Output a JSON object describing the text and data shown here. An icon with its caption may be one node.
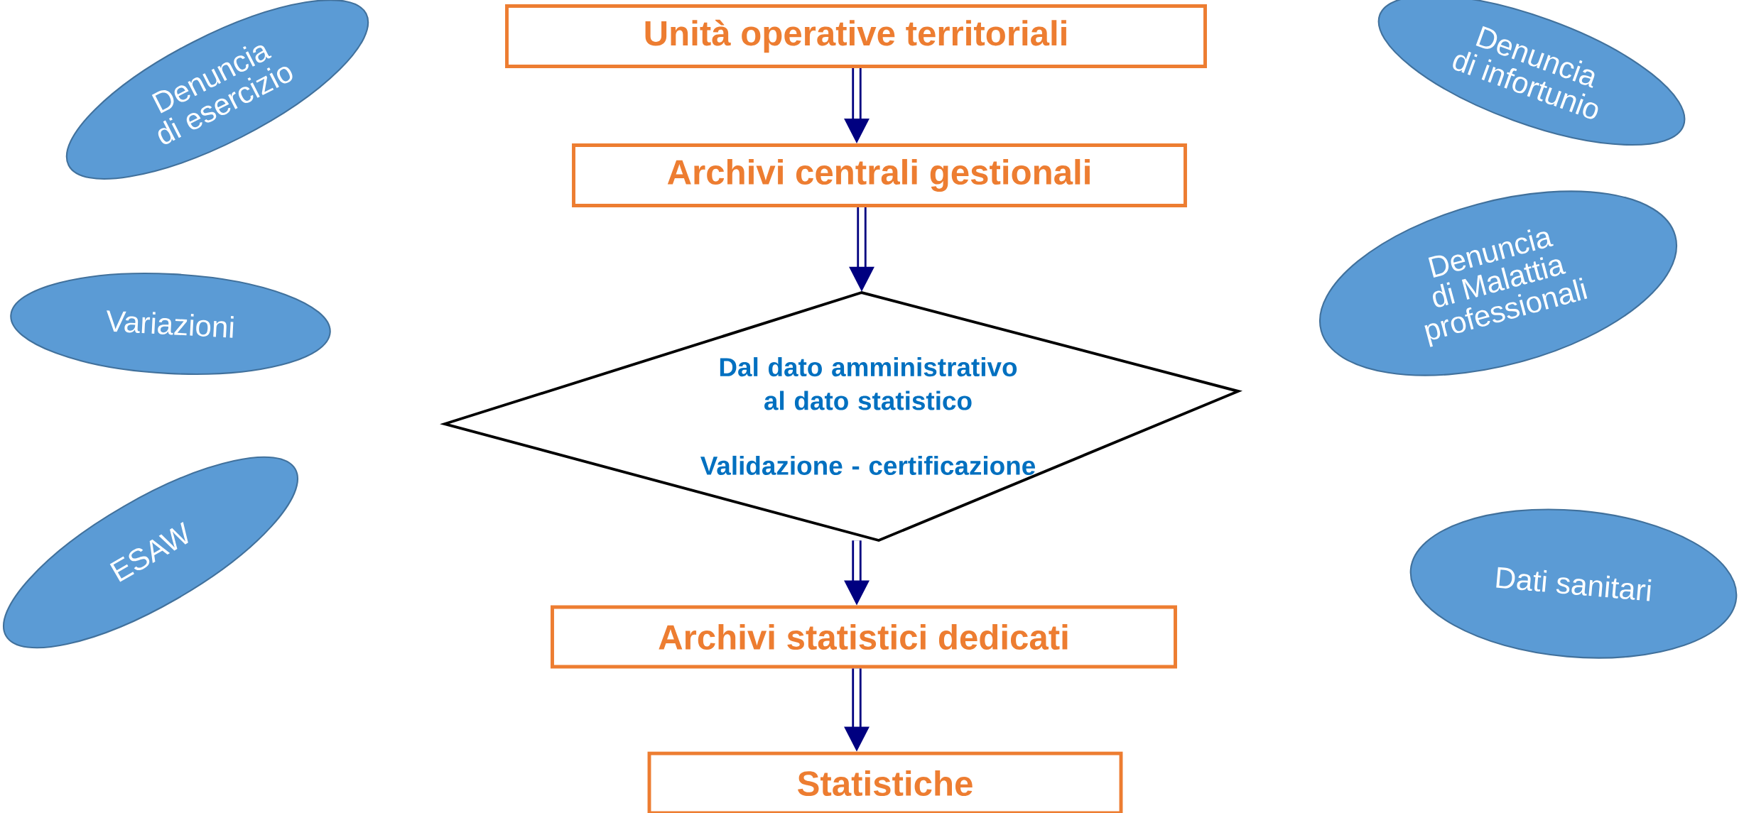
{
  "diagram": {
    "nodes": [
      {
        "text": [
          "Unità operative territoriali"
        ]
      },
      {
        "text": [
          "Archivi centrali gestionali"
        ]
      },
      {
        "text": [
          "Dal dato amministrativo al dato statistico",
          "Validazione - certificazione"
        ]
      },
      {
        "text": [
          "Archivi statistici dedicati"
        ]
      },
      {
        "text": [
          "Statistiche"
        ]
      },
      {
        "text": [
          "Denuncia di esercizio"
        ]
      },
      {
        "text": [
          "Variazioni"
        ]
      },
      {
        "text": [
          "ESAW"
        ]
      },
      {
        "text": [
          "Denuncia di infortunio"
        ]
      },
      {
        "text": [
          "Denuncia di Malattia professionali"
        ]
      },
      {
        "text": [
          "Dati sanitari"
        ]
      }
    ],
    "edges": [
      {
        "from": 0,
        "to": 1,
        "arrow": "to"
      },
      {
        "from": 1,
        "to": 2,
        "arrow": "to"
      },
      {
        "from": 2,
        "to": 3,
        "arrow": "to"
      },
      {
        "from": 3,
        "to": 4,
        "arrow": "to"
      }
    ]
  }
}
